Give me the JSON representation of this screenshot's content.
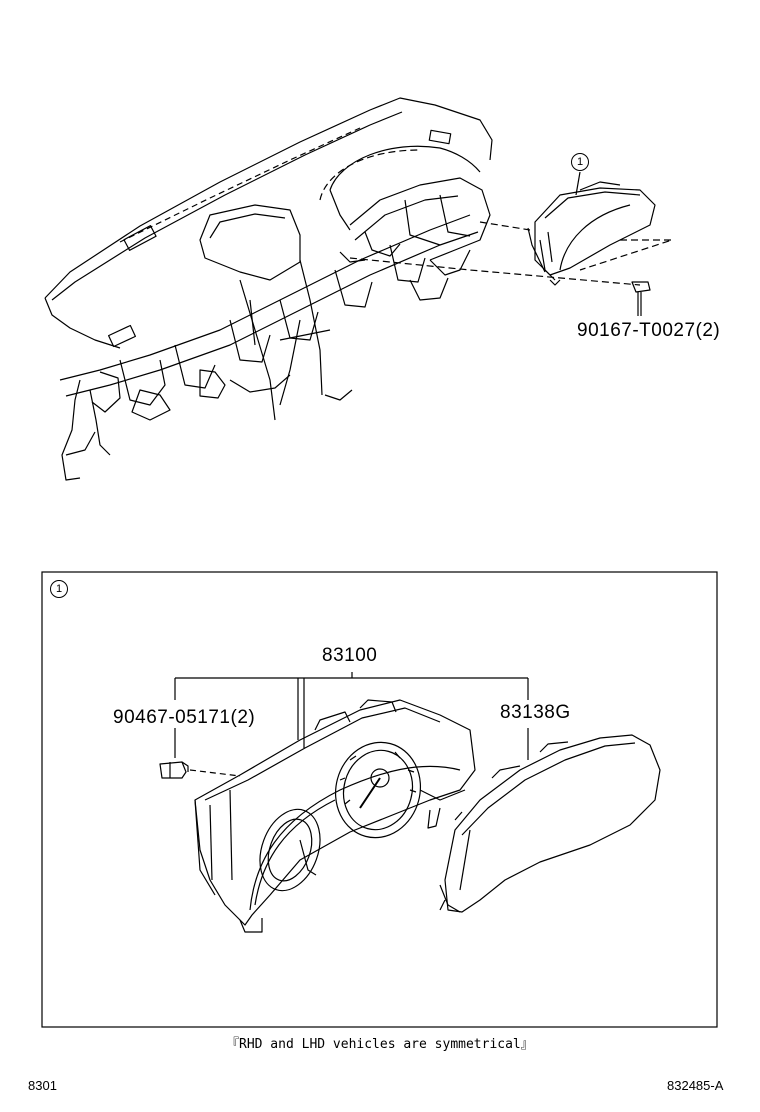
{
  "callouts": {
    "ref_1": "1",
    "ref_1_box": "1"
  },
  "parts": {
    "screw": "90167-T0027(2)",
    "meter_assy": "83100",
    "bulb": "90467-05171(2)",
    "glass": "83138G"
  },
  "note": "『RHD and LHD vehicles are symmetrical』",
  "footer": {
    "section": "8301",
    "illustration_id": "832485-A"
  }
}
